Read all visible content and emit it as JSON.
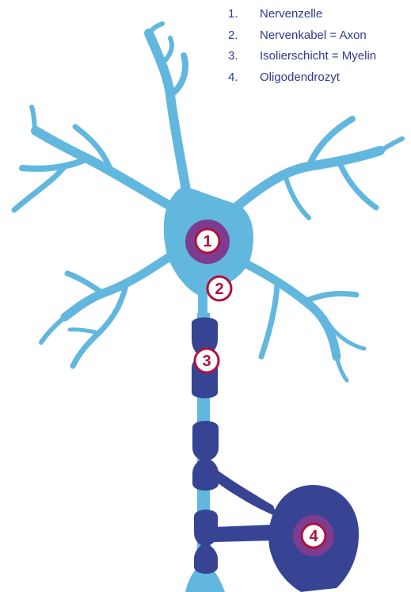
{
  "legend": [
    {
      "num": "1.",
      "label": "Nervenzelle"
    },
    {
      "num": "2.",
      "label": "Nervenkabel = Axon"
    },
    {
      "num": "3.",
      "label": "Isolierschicht = Myelin"
    },
    {
      "num": "4.",
      "label": "Oligodendrozyt"
    }
  ],
  "markers": [
    "1",
    "2",
    "3",
    "4"
  ],
  "colors": {
    "neuron": "#62b7de",
    "myelin": "#374494",
    "nucleus": "#7e3c8f",
    "badge": "#b1123a",
    "legend_text": "#2f3a8f"
  }
}
